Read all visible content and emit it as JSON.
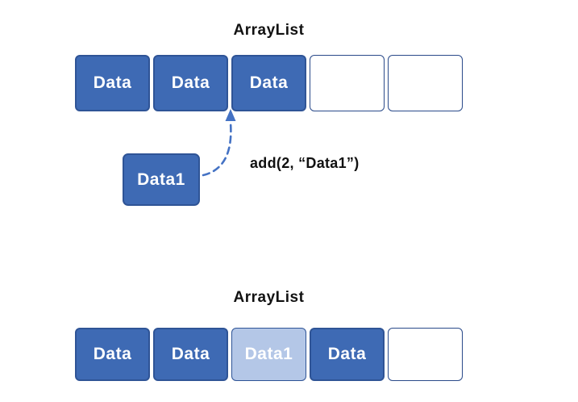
{
  "diagram": {
    "top": {
      "title": "ArrayList",
      "cells": [
        {
          "label": "Data",
          "state": "filled"
        },
        {
          "label": "Data",
          "state": "filled"
        },
        {
          "label": "Data",
          "state": "filled"
        },
        {
          "label": "",
          "state": "empty"
        },
        {
          "label": "",
          "state": "empty"
        }
      ],
      "insert_box": {
        "label": "Data1"
      },
      "operation": "add(2, “Data1”)",
      "insert_index": 2
    },
    "bottom": {
      "title": "ArrayList",
      "cells": [
        {
          "label": "Data",
          "state": "filled"
        },
        {
          "label": "Data",
          "state": "filled"
        },
        {
          "label": "Data1",
          "state": "inserted"
        },
        {
          "label": "Data",
          "state": "filled"
        },
        {
          "label": "",
          "state": "empty"
        }
      ]
    },
    "colors": {
      "cell_fill": "#3e6ab4",
      "cell_border": "#2f5496",
      "inserted_fill": "#b4c7e7",
      "empty_border": "#2a4a8a",
      "arrow": "#4472c4",
      "cell_text": "#ffffff",
      "title_text": "#111111"
    }
  }
}
